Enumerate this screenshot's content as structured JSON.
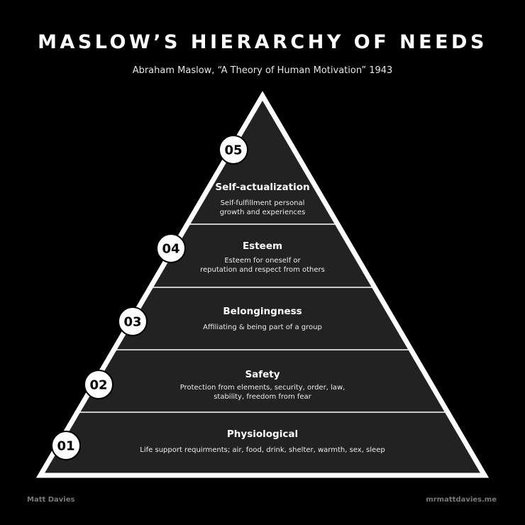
{
  "title": "MASLOW’S HIERARCHY OF NEEDS",
  "subtitle": "Abraham Maslow, “A Theory of Human Motivation” 1943",
  "levels": [
    {
      "number": "05",
      "name": "Self-actualization",
      "description": [
        "Self-fulfillment personal",
        "growth and experiences"
      ]
    },
    {
      "number": "04",
      "name": "Esteem",
      "description": [
        "Esteem for oneself or",
        "reputation and respect from others"
      ]
    },
    {
      "number": "03",
      "name": "Belongingness",
      "description": [
        "Affiliating & being part of a group"
      ]
    },
    {
      "number": "02",
      "name": "Safety",
      "description": [
        "Protection from elements, security, order, law,",
        "stability, freedom from fear"
      ]
    },
    {
      "number": "01",
      "name": "Physiological",
      "description": [
        "Life support requirments; air, food, drink, shelter, warmth, sex, sleep"
      ]
    }
  ],
  "footer": {
    "author": "Matt Davies",
    "website": "mrmattdavies.me"
  },
  "colors": {
    "background": "#000000",
    "pyramid_fill": "#222222",
    "outline": "#ffffff",
    "badge_fill": "#ffffff",
    "badge_text": "#000000"
  }
}
